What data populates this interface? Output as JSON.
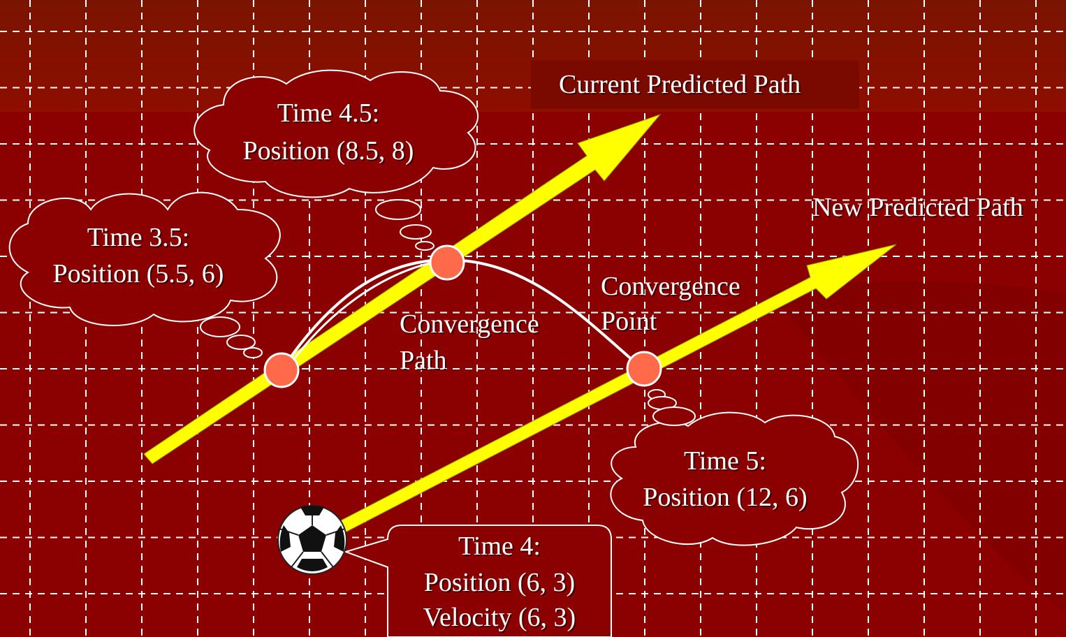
{
  "colors": {
    "background": "#8b0000",
    "top_band": "#7a1000",
    "grid": "#ffffff",
    "arrow": "#ffff00",
    "node": "#ff6a4a",
    "cloud_fill": "#8b0000",
    "cloud_stroke": "#ffffff"
  },
  "labels": {
    "current_path": "Current Predicted Path",
    "new_path": "New Predicted Path",
    "convergence_path": [
      "Convergence",
      "Path"
    ],
    "convergence_point": [
      "Convergence",
      "Point"
    ]
  },
  "callouts": {
    "t35": [
      "Time 3.5:",
      "Position (5.5, 6)"
    ],
    "t45": [
      "Time 4.5:",
      "Position (8.5, 8)"
    ],
    "t5": [
      "Time 5:",
      "Position (12, 6)"
    ],
    "t4": [
      "Time 4:",
      "Position (6, 3)",
      "Velocity (6, 3)"
    ]
  },
  "icons": {
    "ball": "soccer-ball-icon",
    "path_arrow": "arrow-icon",
    "point": "circle-node-icon"
  }
}
